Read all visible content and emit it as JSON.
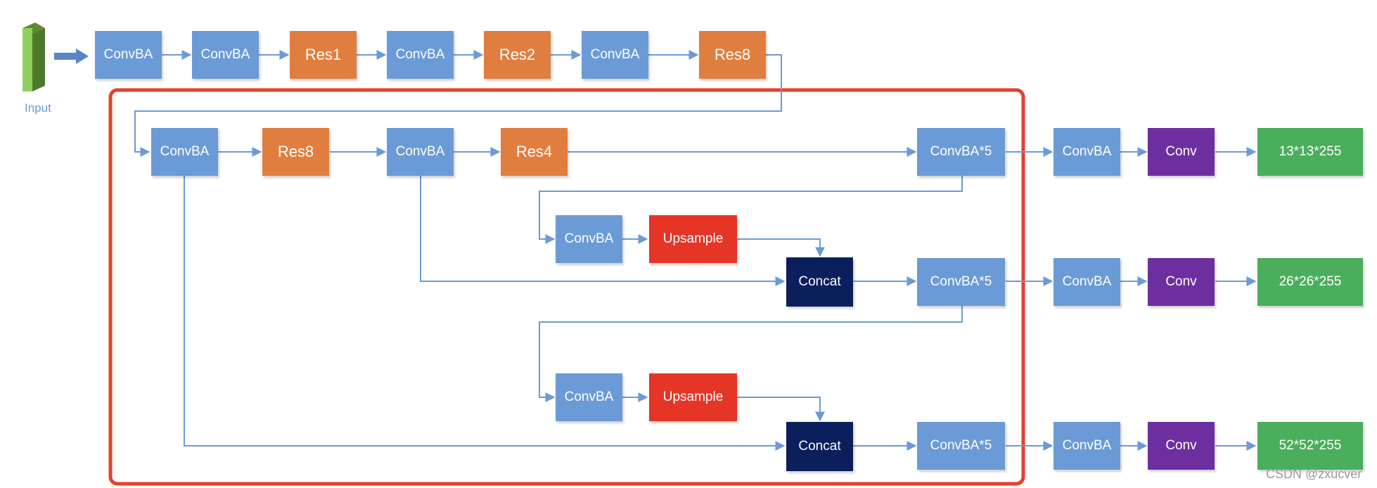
{
  "input": {
    "label": "Input"
  },
  "backbone": [
    {
      "id": "b1",
      "label": "ConvBA",
      "kind": "convba"
    },
    {
      "id": "b2",
      "label": "ConvBA",
      "kind": "convba"
    },
    {
      "id": "b3",
      "label": "Res1",
      "kind": "res"
    },
    {
      "id": "b4",
      "label": "ConvBA",
      "kind": "convba"
    },
    {
      "id": "b5",
      "label": "Res2",
      "kind": "res"
    },
    {
      "id": "b6",
      "label": "ConvBA",
      "kind": "convba"
    },
    {
      "id": "b7",
      "label": "Res8",
      "kind": "res"
    }
  ],
  "neck": {
    "row1": [
      "ConvBA",
      "Res8",
      "ConvBA",
      "Res4",
      "ConvBA*5"
    ],
    "branch1": {
      "conv": "ConvBA",
      "upsample": "Upsample",
      "concat": "Concat",
      "block": "ConvBA*5"
    },
    "branch2": {
      "conv": "ConvBA",
      "upsample": "Upsample",
      "concat": "Concat",
      "block": "ConvBA*5"
    }
  },
  "heads": [
    {
      "convba": "ConvBA",
      "conv": "Conv",
      "output": "13*13*255"
    },
    {
      "convba": "ConvBA",
      "conv": "Conv",
      "output": "26*26*255"
    },
    {
      "convba": "ConvBA",
      "conv": "Conv",
      "output": "52*52*255"
    }
  ],
  "watermark": "CSDN @zxucver",
  "colors": {
    "convba": "#6b9bd6",
    "res": "#e07e3f",
    "upsample": "#e53526",
    "concat": "#0b1f5c",
    "conv": "#6d2fa0",
    "output": "#4aae5c",
    "highlight_frame": "#e5402f",
    "connector": "#6b9bd6"
  }
}
